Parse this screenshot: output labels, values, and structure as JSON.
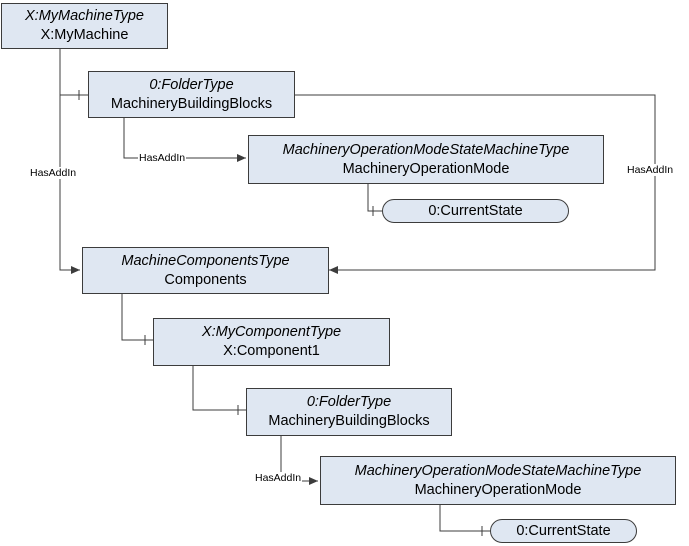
{
  "nodes": {
    "machine": {
      "type": "X:MyMachineType",
      "name": "X:MyMachine"
    },
    "building_blocks": {
      "type": "0:FolderType",
      "name": "MachineryBuildingBlocks"
    },
    "operation_mode": {
      "type": "MachineryOperationModeStateMachineType",
      "name": "MachineryOperationMode"
    },
    "current_state": {
      "name": "0:CurrentState"
    },
    "components": {
      "type": "MachineComponentsType",
      "name": "Components"
    },
    "component1": {
      "type": "X:MyComponentType",
      "name": "X:Component1"
    },
    "component_building_blocks": {
      "type": "0:FolderType",
      "name": "MachineryBuildingBlocks"
    },
    "component_operation_mode": {
      "type": "MachineryOperationModeStateMachineType",
      "name": "MachineryOperationMode"
    },
    "component_current_state": {
      "name": "0:CurrentState"
    }
  },
  "references": {
    "hasaddin_components": "HasAddIn",
    "hasaddin_blocks_to_opmode": "HasAddIn",
    "hasaddin_blocks_to_components": "HasAddIn",
    "hasaddin_component_blocks_to_opmode": "HasAddIn"
  }
}
